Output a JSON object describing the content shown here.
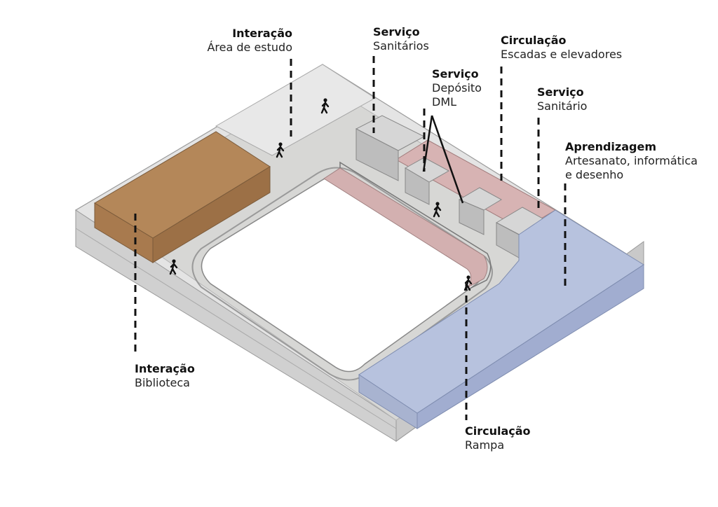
{
  "labels": {
    "estudo": {
      "title": "Interação",
      "desc": "Área de estudo"
    },
    "sanitarios": {
      "title": "Serviço",
      "desc": "Sanitários"
    },
    "deposito": {
      "title": "Serviço",
      "desc": "Depósito\nDML"
    },
    "circ_esc": {
      "title": "Circulação",
      "desc": "Escadas e elevadores"
    },
    "sanitario": {
      "title": "Serviço",
      "desc": "Sanitário"
    },
    "aprend": {
      "title": "Aprendizagem",
      "desc": "Artesanato, informática\ne desenho"
    },
    "biblio": {
      "title": "Interação",
      "desc": "Biblioteca"
    },
    "rampa": {
      "title": "Circulação",
      "desc": "Rampa"
    }
  },
  "colors": {
    "slab_top": "#dcdcdc",
    "slab_side": "#c4c4c4",
    "library": "#b4875d",
    "library_top": "#b28559",
    "learning": "#b3bfdc",
    "circulation": "#d8b4b4",
    "service": "#c8c8c8",
    "leader": "#111111"
  },
  "icons": [
    "person-walking-icon"
  ]
}
